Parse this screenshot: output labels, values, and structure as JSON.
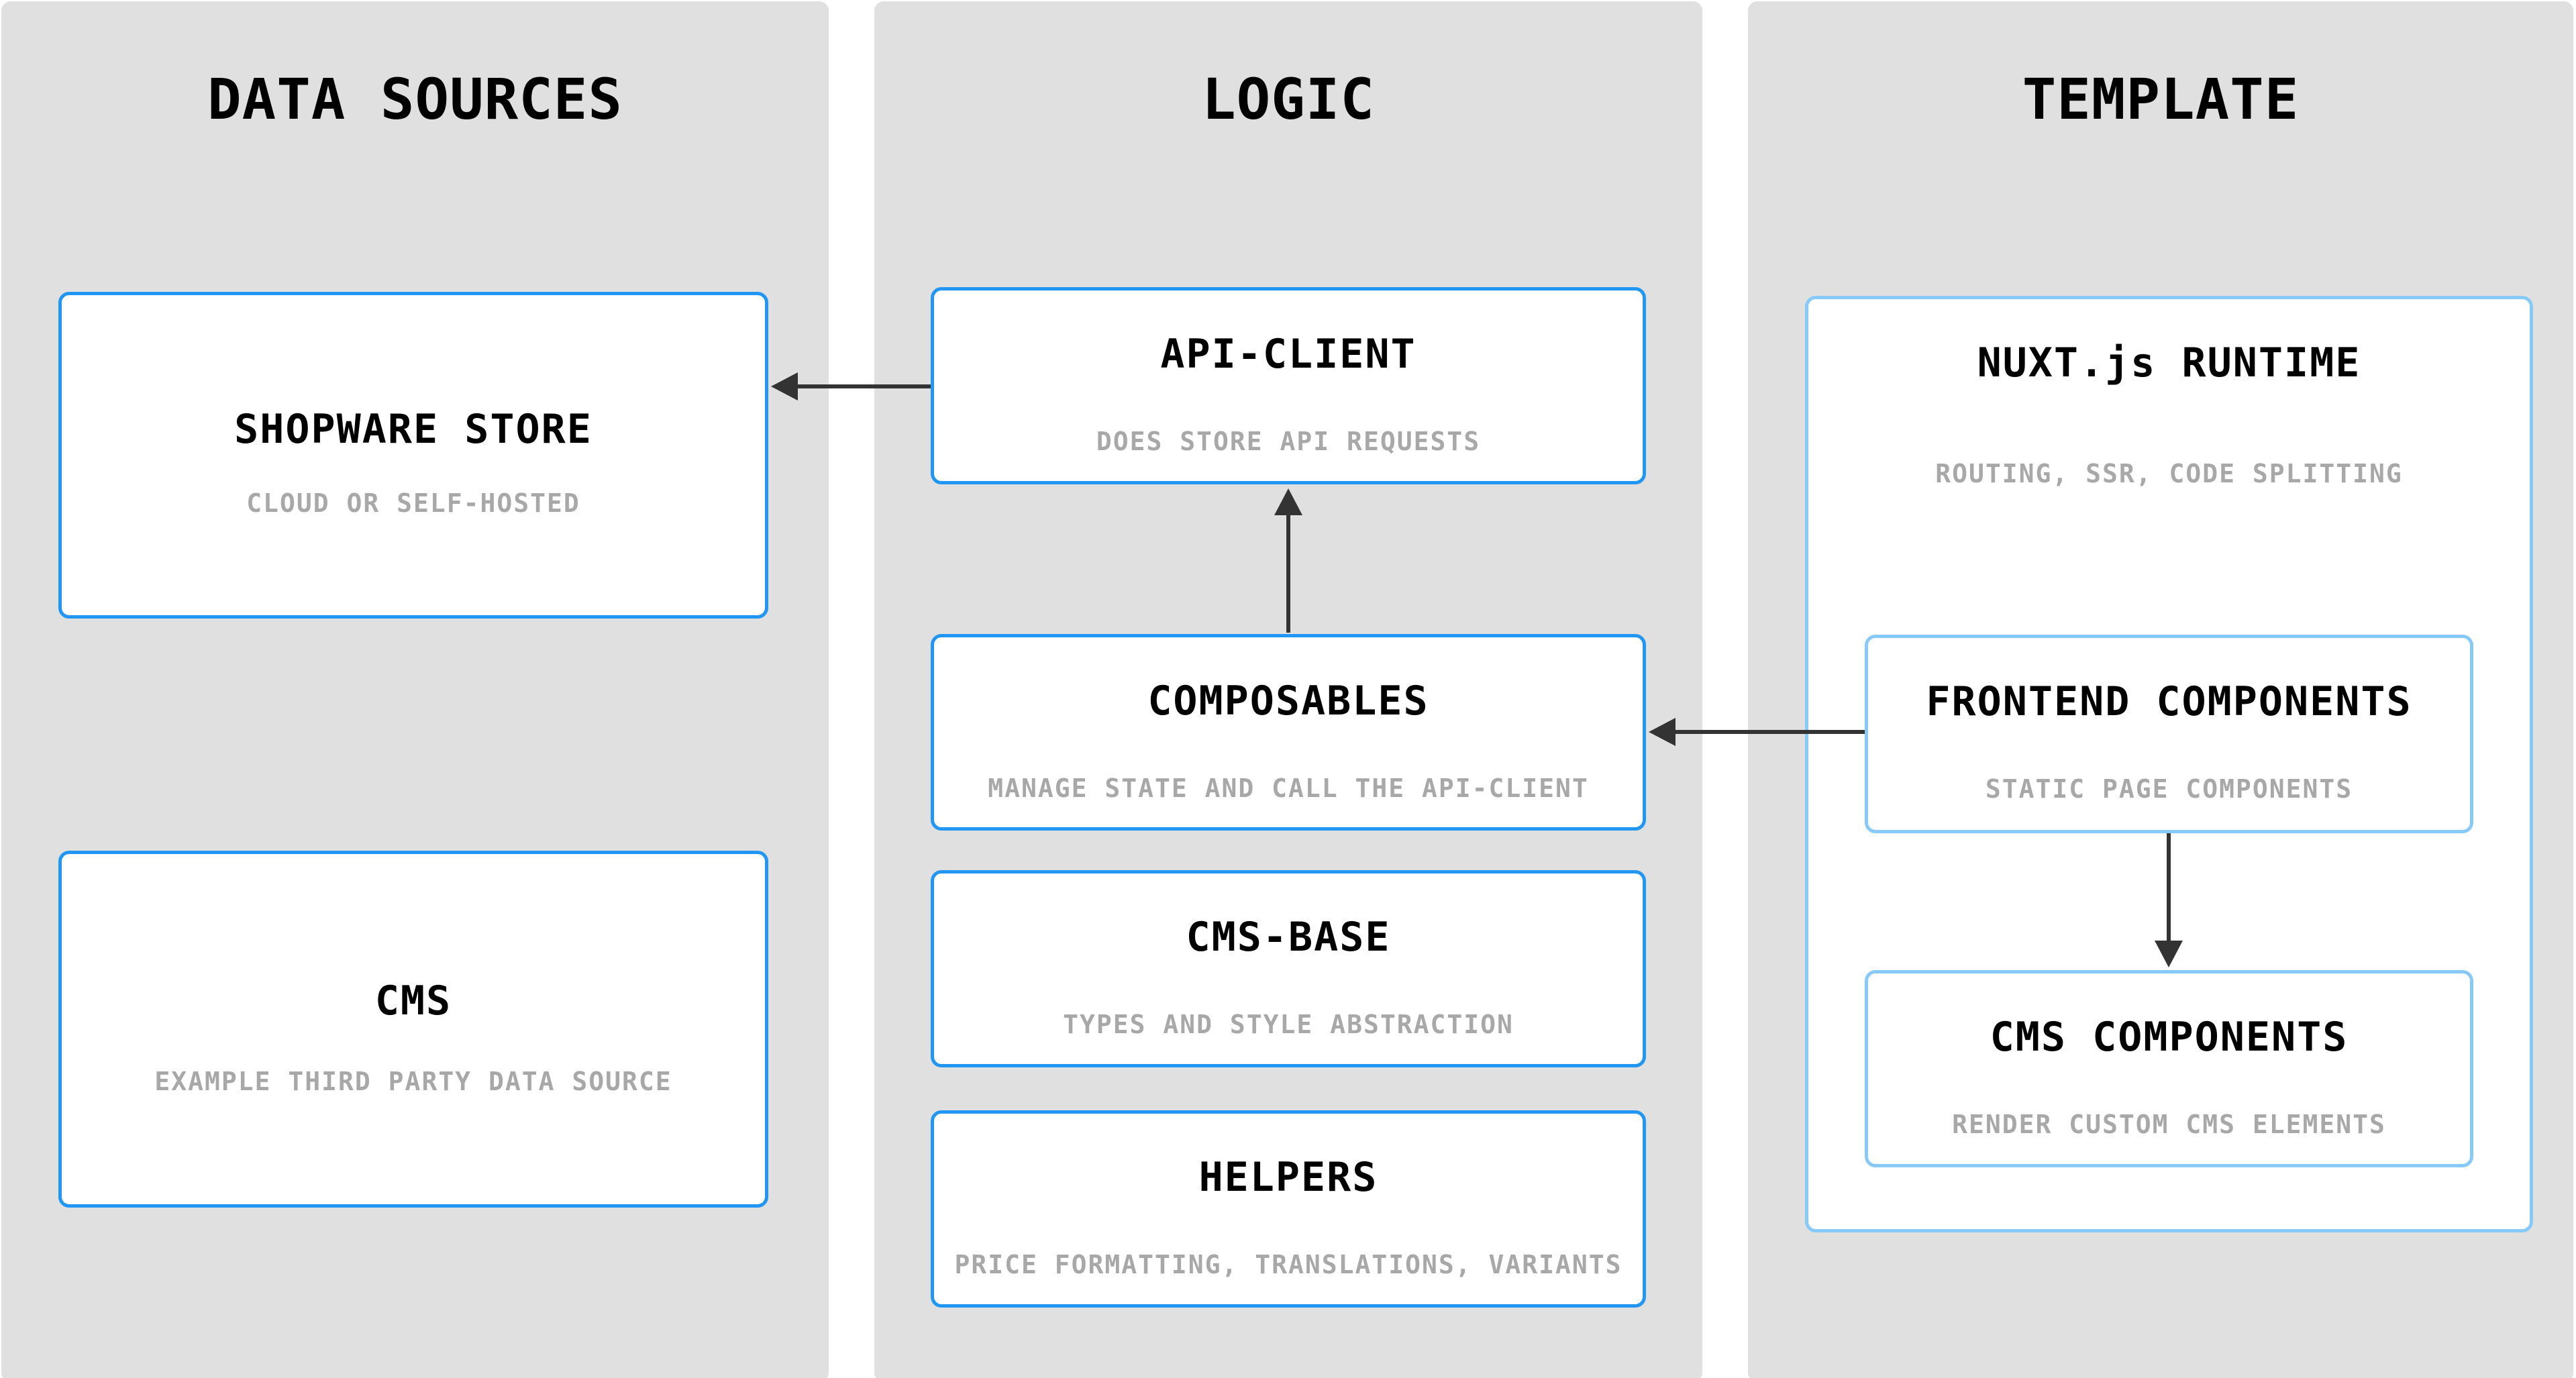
{
  "colors": {
    "background": "#FFFFFF",
    "panel": "#E0E0E0",
    "box_fill": "#FFFFFF",
    "box_border": "#2196F3",
    "nested_box_border": "#87C9F9",
    "title": "#000000",
    "subtitle": "#A8A8A8",
    "arrow": "#333333"
  },
  "diagram": {
    "columns": [
      {
        "title": "DATA SOURCES",
        "boxes": [
          {
            "title": "SHOPWARE STORE",
            "subtitle": "CLOUD OR SELF-HOSTED"
          },
          {
            "title": "CMS",
            "subtitle": "EXAMPLE THIRD PARTY DATA SOURCE"
          }
        ]
      },
      {
        "title": "LOGIC",
        "boxes": [
          {
            "title": "API-CLIENT",
            "subtitle": "DOES STORE API REQUESTS"
          },
          {
            "title": "COMPOSABLES",
            "subtitle": "MANAGE STATE AND CALL THE API-CLIENT"
          },
          {
            "title": "CMS-BASE",
            "subtitle": "TYPES AND STYLE ABSTRACTION"
          },
          {
            "title": "HELPERS",
            "subtitle": "PRICE FORMATTING, TRANSLATIONS, VARIANTS"
          }
        ]
      },
      {
        "title": "TEMPLATE",
        "boxes": [
          {
            "title": "NUXT.js RUNTIME",
            "subtitle": "ROUTING, SSR, CODE SPLITTING",
            "children": [
              {
                "title": "FRONTEND COMPONENTS",
                "subtitle": "STATIC PAGE COMPONENTS"
              },
              {
                "title": "CMS COMPONENTS",
                "subtitle": "RENDER CUSTOM CMS ELEMENTS"
              }
            ]
          }
        ]
      }
    ],
    "edges": [
      {
        "from": "API-CLIENT",
        "to": "SHOPWARE STORE",
        "direction": "left"
      },
      {
        "from": "COMPOSABLES",
        "to": "API-CLIENT",
        "direction": "up"
      },
      {
        "from": "FRONTEND COMPONENTS",
        "to": "COMPOSABLES",
        "direction": "left"
      },
      {
        "from": "FRONTEND COMPONENTS",
        "to": "CMS COMPONENTS",
        "direction": "down"
      }
    ]
  }
}
